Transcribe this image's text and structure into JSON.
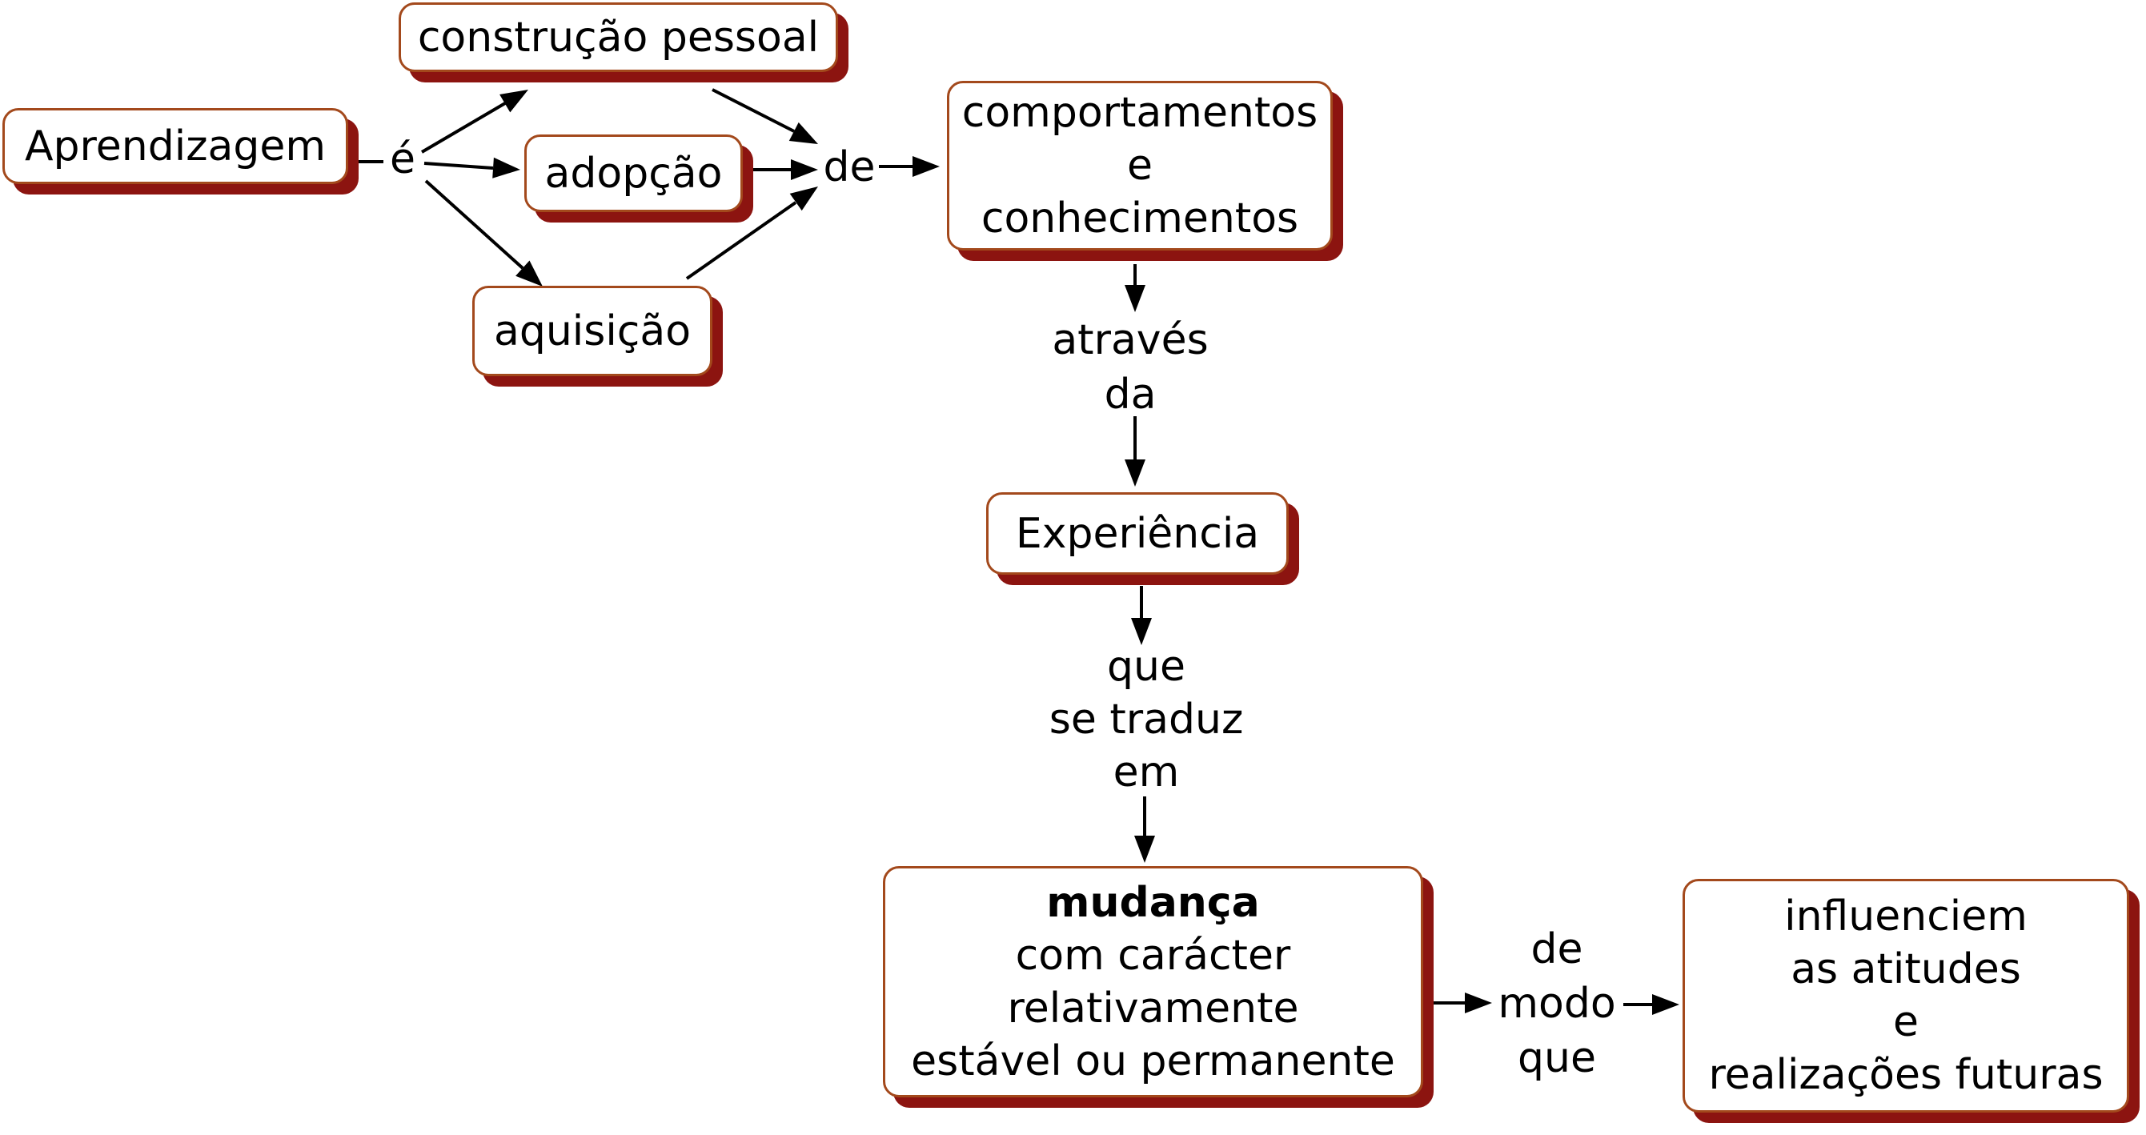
{
  "diagram": {
    "title_semantic": "Concept map about Aprendizagem (Learning)",
    "colors": {
      "background": "#ffffff",
      "node_fill": "#ffffff",
      "node_border": "#a3491c",
      "node_shadow": "#8c1410",
      "text": "#000000",
      "arrow": "#000000"
    },
    "nodes": {
      "aprendizagem": {
        "lines": [
          "Aprendizagem"
        ]
      },
      "construcao": {
        "lines": [
          "construção pessoal"
        ]
      },
      "adopcao": {
        "lines": [
          "adopção"
        ]
      },
      "aquisicao": {
        "lines": [
          "aquisição"
        ]
      },
      "comportamentos": {
        "lines": [
          "comportamentos",
          "e",
          "conhecimentos"
        ]
      },
      "experiencia": {
        "lines": [
          "Experiência"
        ]
      },
      "mudanca": {
        "lines": [
          "mudança",
          "com carácter",
          "relativamente",
          "estável ou permanente"
        ],
        "first_line_bold": true
      },
      "influenciem": {
        "lines": [
          "influenciem",
          "as atitudes",
          "e",
          "realizações futuras"
        ]
      }
    },
    "link_labels": {
      "e": {
        "lines": [
          "é"
        ]
      },
      "de": {
        "lines": [
          "de"
        ]
      },
      "atraves_da": {
        "lines": [
          "através",
          "da"
        ]
      },
      "que_se_traduz_em": {
        "lines": [
          "que",
          "se traduz",
          "em"
        ]
      },
      "de_modo_que": {
        "lines": [
          "de",
          "modo",
          "que"
        ]
      }
    },
    "edges": [
      {
        "from": "Aprendizagem",
        "label": "é",
        "to": "construção pessoal"
      },
      {
        "from": "Aprendizagem",
        "label": "é",
        "to": "adopção"
      },
      {
        "from": "Aprendizagem",
        "label": "é",
        "to": "aquisição"
      },
      {
        "from": "construção pessoal",
        "label": "de",
        "to": "comportamentos e conhecimentos"
      },
      {
        "from": "adopção",
        "label": "de",
        "to": "comportamentos e conhecimentos"
      },
      {
        "from": "aquisição",
        "label": "de",
        "to": "comportamentos e conhecimentos"
      },
      {
        "from": "comportamentos e conhecimentos",
        "label": "através da",
        "to": "Experiência"
      },
      {
        "from": "Experiência",
        "label": "que se traduz em",
        "to": "mudança com carácter relativamente estável ou permanente"
      },
      {
        "from": "mudança com carácter relativamente estável ou permanente",
        "label": "de modo que",
        "to": "influenciem as atitudes e realizações futuras"
      }
    ]
  }
}
